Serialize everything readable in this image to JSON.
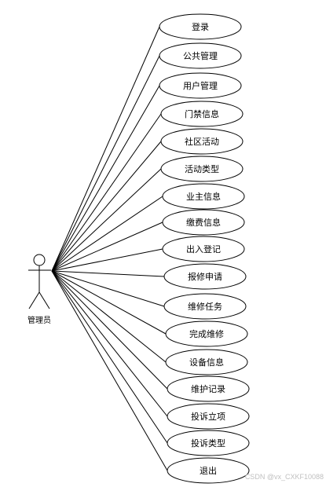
{
  "actor": {
    "label": "管理员"
  },
  "use_cases": [
    {
      "label": "登录"
    },
    {
      "label": "公共管理"
    },
    {
      "label": "用户管理"
    },
    {
      "label": "门禁信息"
    },
    {
      "label": "社区活动"
    },
    {
      "label": "活动类型"
    },
    {
      "label": "业主信息"
    },
    {
      "label": "缴费信息"
    },
    {
      "label": "出入登记"
    },
    {
      "label": "报修申请"
    },
    {
      "label": "维修任务"
    },
    {
      "label": "完成维修"
    },
    {
      "label": "设备信息"
    },
    {
      "label": "维护记录"
    },
    {
      "label": "投诉立项"
    },
    {
      "label": "投诉类型"
    },
    {
      "label": "退出"
    }
  ],
  "watermark": "CSDN @vx_CXKF10088"
}
